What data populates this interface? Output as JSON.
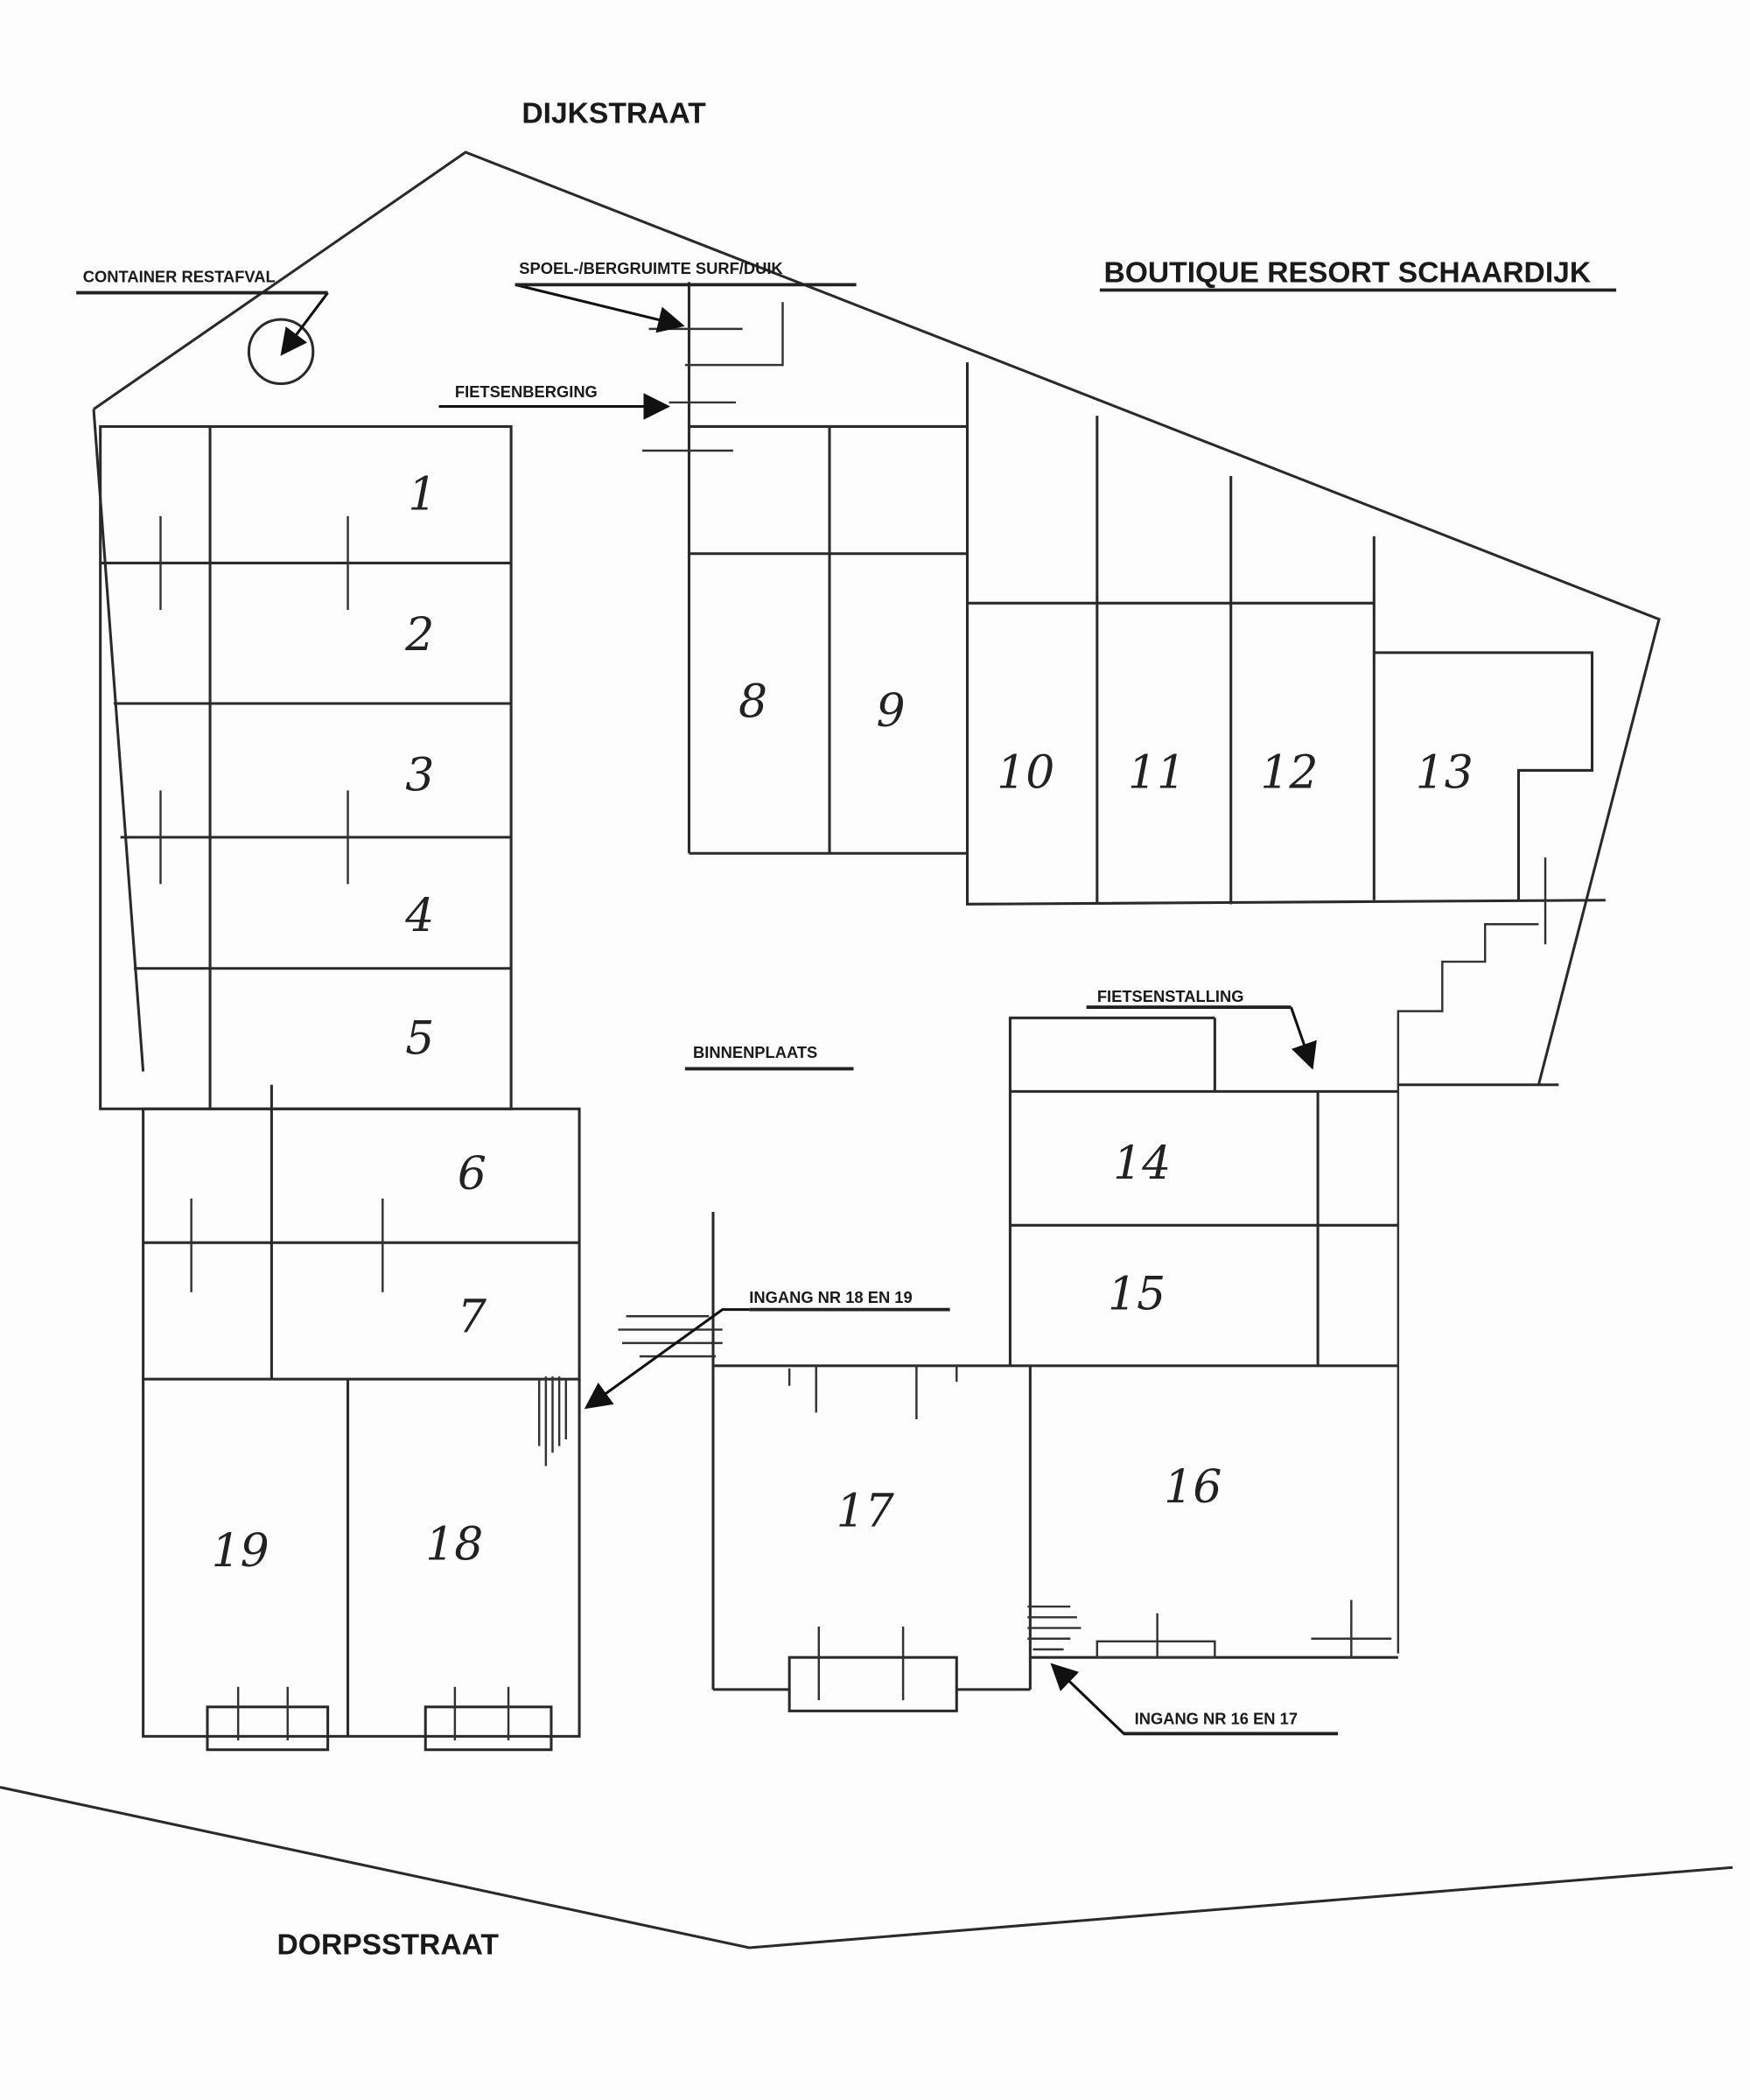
{
  "title": "BOUTIQUE RESORT SCHAARDIJK",
  "streets": {
    "north": "DIJKSTRAAT",
    "south": "DORPSSTRAAT"
  },
  "labels": {
    "container": "CONTAINER RESTAFVAL",
    "spoelruimte": "SPOEL-/BERGRUIMTE SURF/DUIK",
    "fietsenberging": "FIETSENBERGING",
    "binnenplaats": "BINNENPLAATS",
    "fietsenstalling": "FIETSENSTALLING",
    "ingang_18_19": "INGANG NR 18 EN 19",
    "ingang_16_17": "INGANG NR 16 EN 17"
  },
  "units": [
    "1",
    "2",
    "3",
    "4",
    "5",
    "6",
    "7",
    "8",
    "9",
    "10",
    "11",
    "12",
    "13",
    "14",
    "15",
    "16",
    "17",
    "18",
    "19"
  ]
}
